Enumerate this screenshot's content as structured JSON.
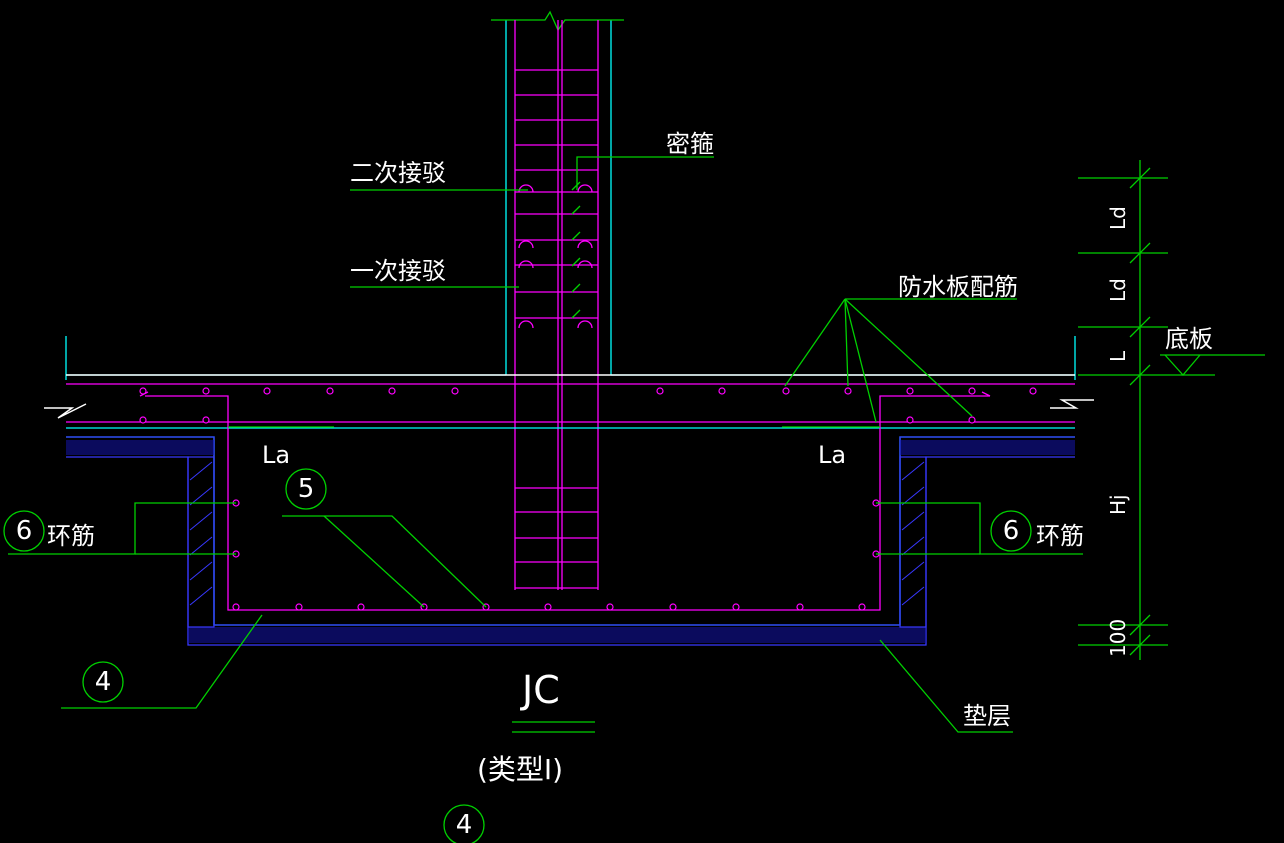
{
  "labels": {
    "mi_gu": "密箍",
    "er_ci_jie_bo": "二次接驳",
    "yi_ci_jie_bo": "一次接驳",
    "fang_shui_ban_pei_jin": "防水板配筋",
    "di_ban": "底板",
    "la_left": "La",
    "la_right": "La",
    "huan_jin_left": "环筋",
    "huan_jin_right": "环筋",
    "dian_ceng": "垫层",
    "jc_title": "JC",
    "lei_xing": "(类型Ⅰ)",
    "dim_ld_top": "Ld",
    "dim_ld_mid": "Ld",
    "dim_l": "L",
    "dim_hj": "Hj",
    "dim_100": "100"
  },
  "callouts": {
    "num_5": "5",
    "num_6_left": "6",
    "num_6_right": "6",
    "num_4_left": "4",
    "num_4_bottom": "4"
  },
  "colors": {
    "leader": "#00d000",
    "outline": "#00ffff",
    "rebar": "#ff00ff",
    "cushion": "#3838ff",
    "text": "#ffffff",
    "background": "#000000"
  }
}
